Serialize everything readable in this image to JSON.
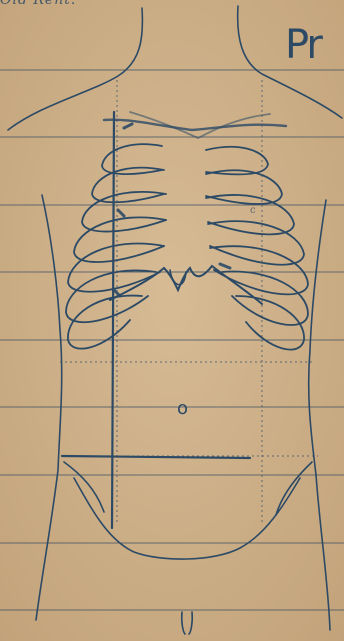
{
  "document": {
    "header_scrawl": "Old Rent.",
    "heading_fragment": "Pr",
    "navel_mark": "o",
    "rib_mark": "c"
  },
  "colors": {
    "paper": "#cdb08a",
    "ink": "#2c4a66",
    "ruled_line": "#3d4f63",
    "dotted_guide": "#4a5a6c"
  }
}
